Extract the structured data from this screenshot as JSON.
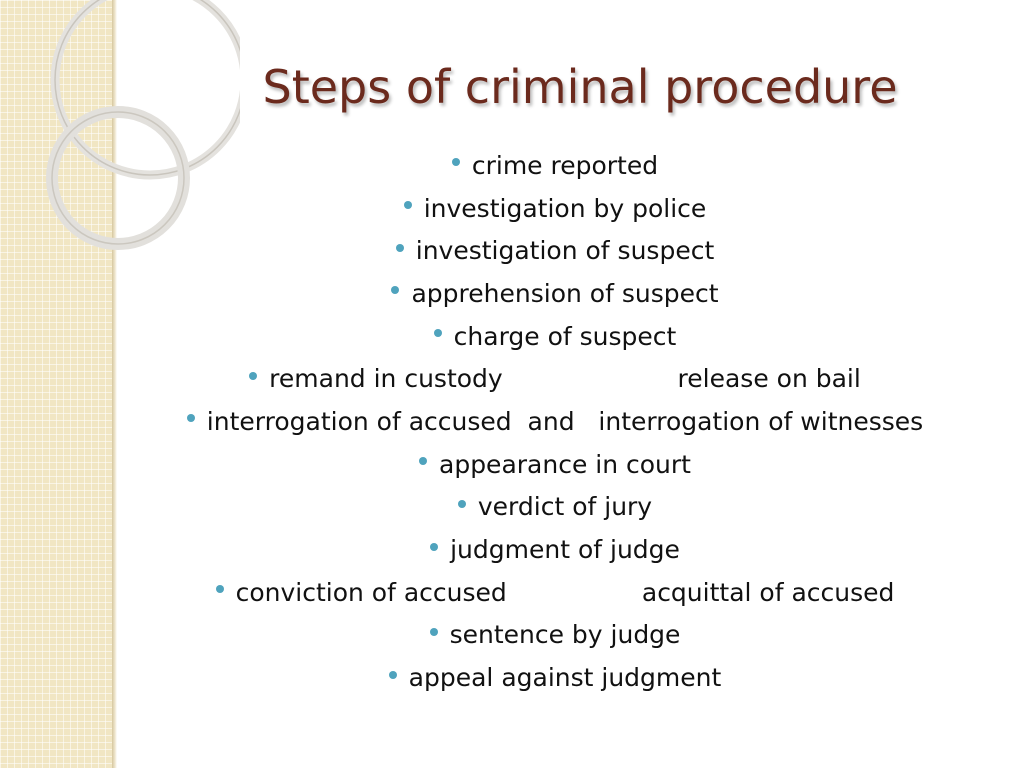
{
  "slide": {
    "title": "Steps of criminal procedure",
    "colors": {
      "title": "#6b2a1d",
      "bullet": "#4fa3bd",
      "text": "#111111",
      "band": "#f1e6c3"
    },
    "steps": [
      {
        "text": "crime reported"
      },
      {
        "text": "investigation by police"
      },
      {
        "text": "investigation of suspect"
      },
      {
        "text": "apprehension of suspect"
      },
      {
        "text": "charge of suspect"
      },
      {
        "text": "remand in custody                      release on bail"
      },
      {
        "text": "interrogation of accused  and   interrogation of witnesses"
      },
      {
        "text": "appearance in court"
      },
      {
        "text": "verdict of jury"
      },
      {
        "text": "judgment of judge"
      },
      {
        "text": "conviction of accused                 acquittal of accused"
      },
      {
        "text": "sentence by judge"
      },
      {
        "text": "appeal against judgment"
      }
    ]
  }
}
